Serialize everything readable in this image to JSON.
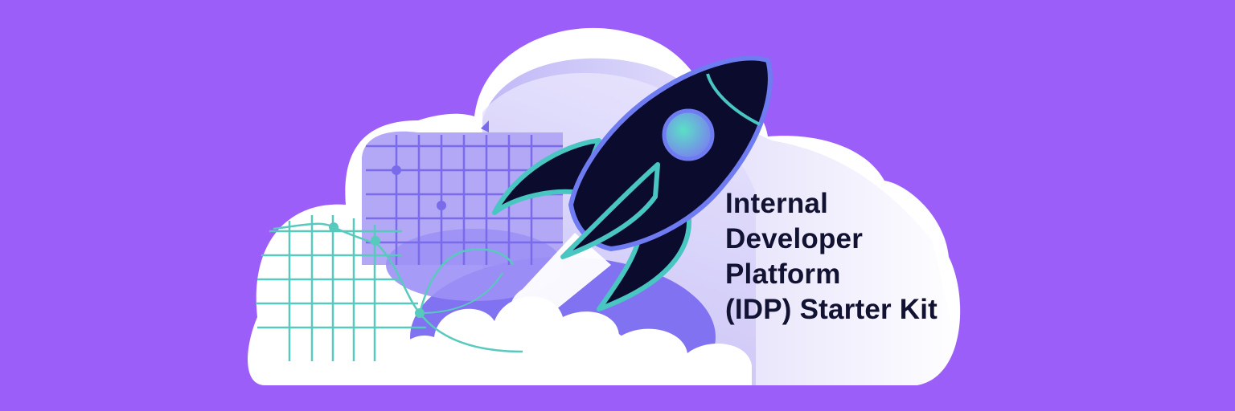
{
  "banner": {
    "title_lines": [
      "Internal",
      "Developer",
      "Platform",
      "(IDP) Starter Kit"
    ]
  },
  "colors": {
    "background": "#9b5ef8",
    "cloud": "#ffffff",
    "rocket_body": "#0b0b2e",
    "rocket_outline": "#49c6c2",
    "accent_teal": "#5dd3c0",
    "accent_purple": "#7b6cff",
    "text": "#121232"
  },
  "icons": [
    "cloud-icon",
    "rocket-icon",
    "grid-chart-icon",
    "line-graph-icon"
  ]
}
